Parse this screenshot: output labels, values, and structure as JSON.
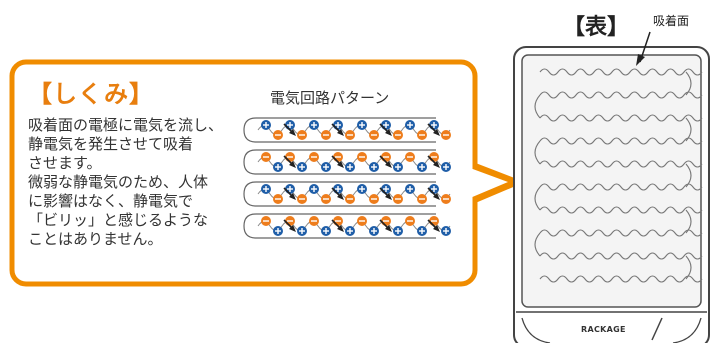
{
  "callout": {
    "title": "【しくみ】",
    "body_lines": [
      "吸着面の電極に電気を流し、",
      "静電気を発生させて吸着",
      "させます。",
      "微弱な静電気のため、人体",
      "に影響はなく、静電気で",
      "「ビリッ」と感じるような",
      "ことはありません。"
    ],
    "circuit_label": "電気回路パターン"
  },
  "device": {
    "face_label": "【表】",
    "surface_label": "吸着面",
    "brand": "RACKAGE"
  },
  "colors": {
    "accent": "#f08c00",
    "orange_charge": "#ee7d1c",
    "blue_charge": "#1f5ea8"
  }
}
